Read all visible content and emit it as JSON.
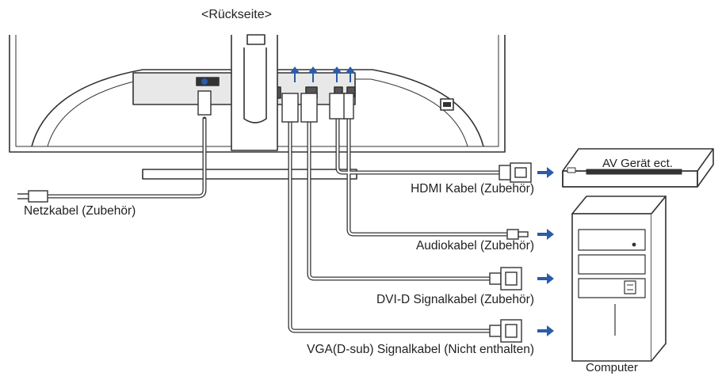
{
  "title": "<Rückseite>",
  "labels": {
    "power_cable": "Netzkabel (Zubehör)",
    "hdmi_cable": "HDMI  Kabel (Zubehör)",
    "audio_cable": "Audiokabel (Zubehör)",
    "dvi_cable": "DVI-D Signalkabel (Zubehör)",
    "vga_cable": "VGA(D-sub) Signalkabel (Nicht enthalten)"
  },
  "devices": {
    "av_device": "AV Gerät ect.",
    "computer": "Computer"
  },
  "colors": {
    "arrow": "#2a5ca8",
    "line": "#333333",
    "cable_fill": "#ffffff"
  }
}
